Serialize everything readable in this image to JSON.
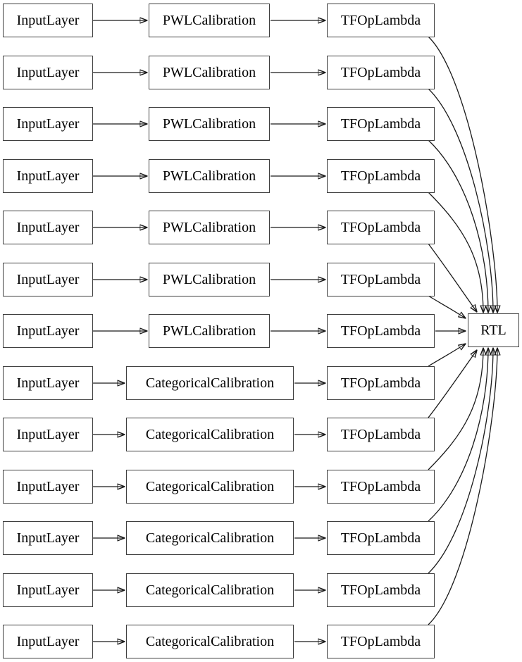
{
  "diagram": {
    "title": "keras-model-graph",
    "rtl_label": "RTL",
    "rows": [
      {
        "input": "InputLayer",
        "calibration": "PWLCalibration",
        "lambda": "TFOpLambda"
      },
      {
        "input": "InputLayer",
        "calibration": "PWLCalibration",
        "lambda": "TFOpLambda"
      },
      {
        "input": "InputLayer",
        "calibration": "PWLCalibration",
        "lambda": "TFOpLambda"
      },
      {
        "input": "InputLayer",
        "calibration": "PWLCalibration",
        "lambda": "TFOpLambda"
      },
      {
        "input": "InputLayer",
        "calibration": "PWLCalibration",
        "lambda": "TFOpLambda"
      },
      {
        "input": "InputLayer",
        "calibration": "PWLCalibration",
        "lambda": "TFOpLambda"
      },
      {
        "input": "InputLayer",
        "calibration": "PWLCalibration",
        "lambda": "TFOpLambda"
      },
      {
        "input": "InputLayer",
        "calibration": "CategoricalCalibration",
        "lambda": "TFOpLambda"
      },
      {
        "input": "InputLayer",
        "calibration": "CategoricalCalibration",
        "lambda": "TFOpLambda"
      },
      {
        "input": "InputLayer",
        "calibration": "CategoricalCalibration",
        "lambda": "TFOpLambda"
      },
      {
        "input": "InputLayer",
        "calibration": "CategoricalCalibration",
        "lambda": "TFOpLambda"
      },
      {
        "input": "InputLayer",
        "calibration": "CategoricalCalibration",
        "lambda": "TFOpLambda"
      },
      {
        "input": "InputLayer",
        "calibration": "CategoricalCalibration",
        "lambda": "TFOpLambda"
      }
    ],
    "colors": {
      "background": "#ffffff",
      "node_border": "#3f3f3f",
      "edge": "#1a1a1a",
      "text": "#000000"
    }
  }
}
